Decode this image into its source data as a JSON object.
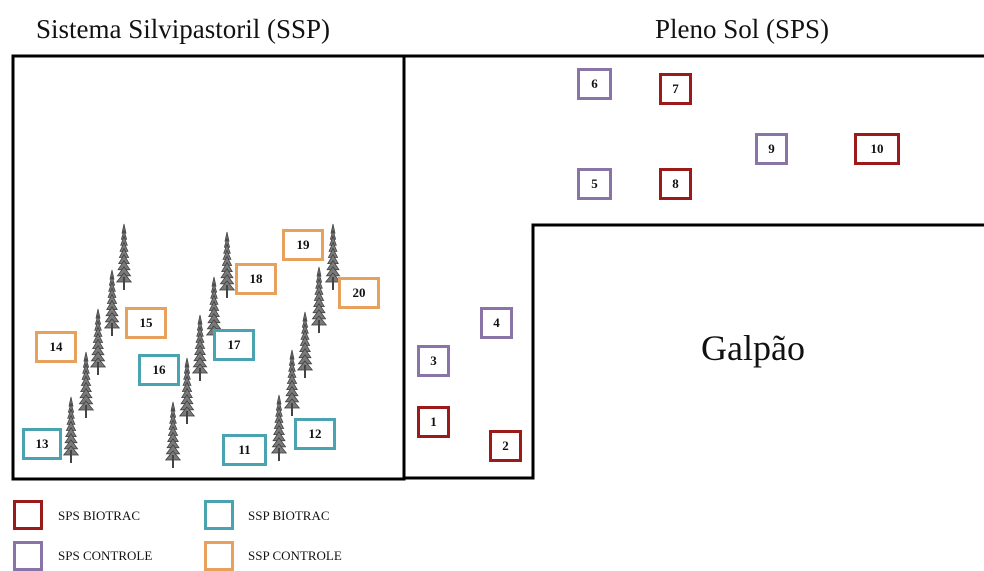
{
  "titles": {
    "ssp": "Sistema Silvipastoril (SSP)",
    "sps": "Pleno Sol (SPS)",
    "building": "Galpão"
  },
  "colors": {
    "sps_biotrac": "#9b1b1b",
    "ssp_biotrac": "#4aa3b0",
    "sps_controle": "#8a73a6",
    "ssp_controle": "#e8a15c"
  },
  "plots": [
    {
      "id": "1",
      "group": "sps_biotrac"
    },
    {
      "id": "2",
      "group": "sps_biotrac"
    },
    {
      "id": "3",
      "group": "sps_controle"
    },
    {
      "id": "4",
      "group": "sps_controle"
    },
    {
      "id": "5",
      "group": "sps_controle"
    },
    {
      "id": "6",
      "group": "sps_controle"
    },
    {
      "id": "7",
      "group": "sps_biotrac"
    },
    {
      "id": "8",
      "group": "sps_biotrac"
    },
    {
      "id": "9",
      "group": "sps_controle"
    },
    {
      "id": "10",
      "group": "sps_biotrac"
    },
    {
      "id": "11",
      "group": "ssp_biotrac"
    },
    {
      "id": "12",
      "group": "ssp_biotrac"
    },
    {
      "id": "13",
      "group": "ssp_biotrac"
    },
    {
      "id": "14",
      "group": "ssp_controle"
    },
    {
      "id": "15",
      "group": "ssp_controle"
    },
    {
      "id": "16",
      "group": "ssp_biotrac"
    },
    {
      "id": "17",
      "group": "ssp_biotrac"
    },
    {
      "id": "18",
      "group": "ssp_controle"
    },
    {
      "id": "19",
      "group": "ssp_controle"
    },
    {
      "id": "20",
      "group": "ssp_controle"
    }
  ],
  "legend": [
    {
      "group": "sps_biotrac",
      "label": "SPS BIOTRAC"
    },
    {
      "group": "ssp_biotrac",
      "label": "SSP BIOTRAC"
    },
    {
      "group": "sps_controle",
      "label": "SPS CONTROLE"
    },
    {
      "group": "ssp_controle",
      "label": "SSP CONTROLE"
    }
  ],
  "tree_icon": "tree-icon"
}
